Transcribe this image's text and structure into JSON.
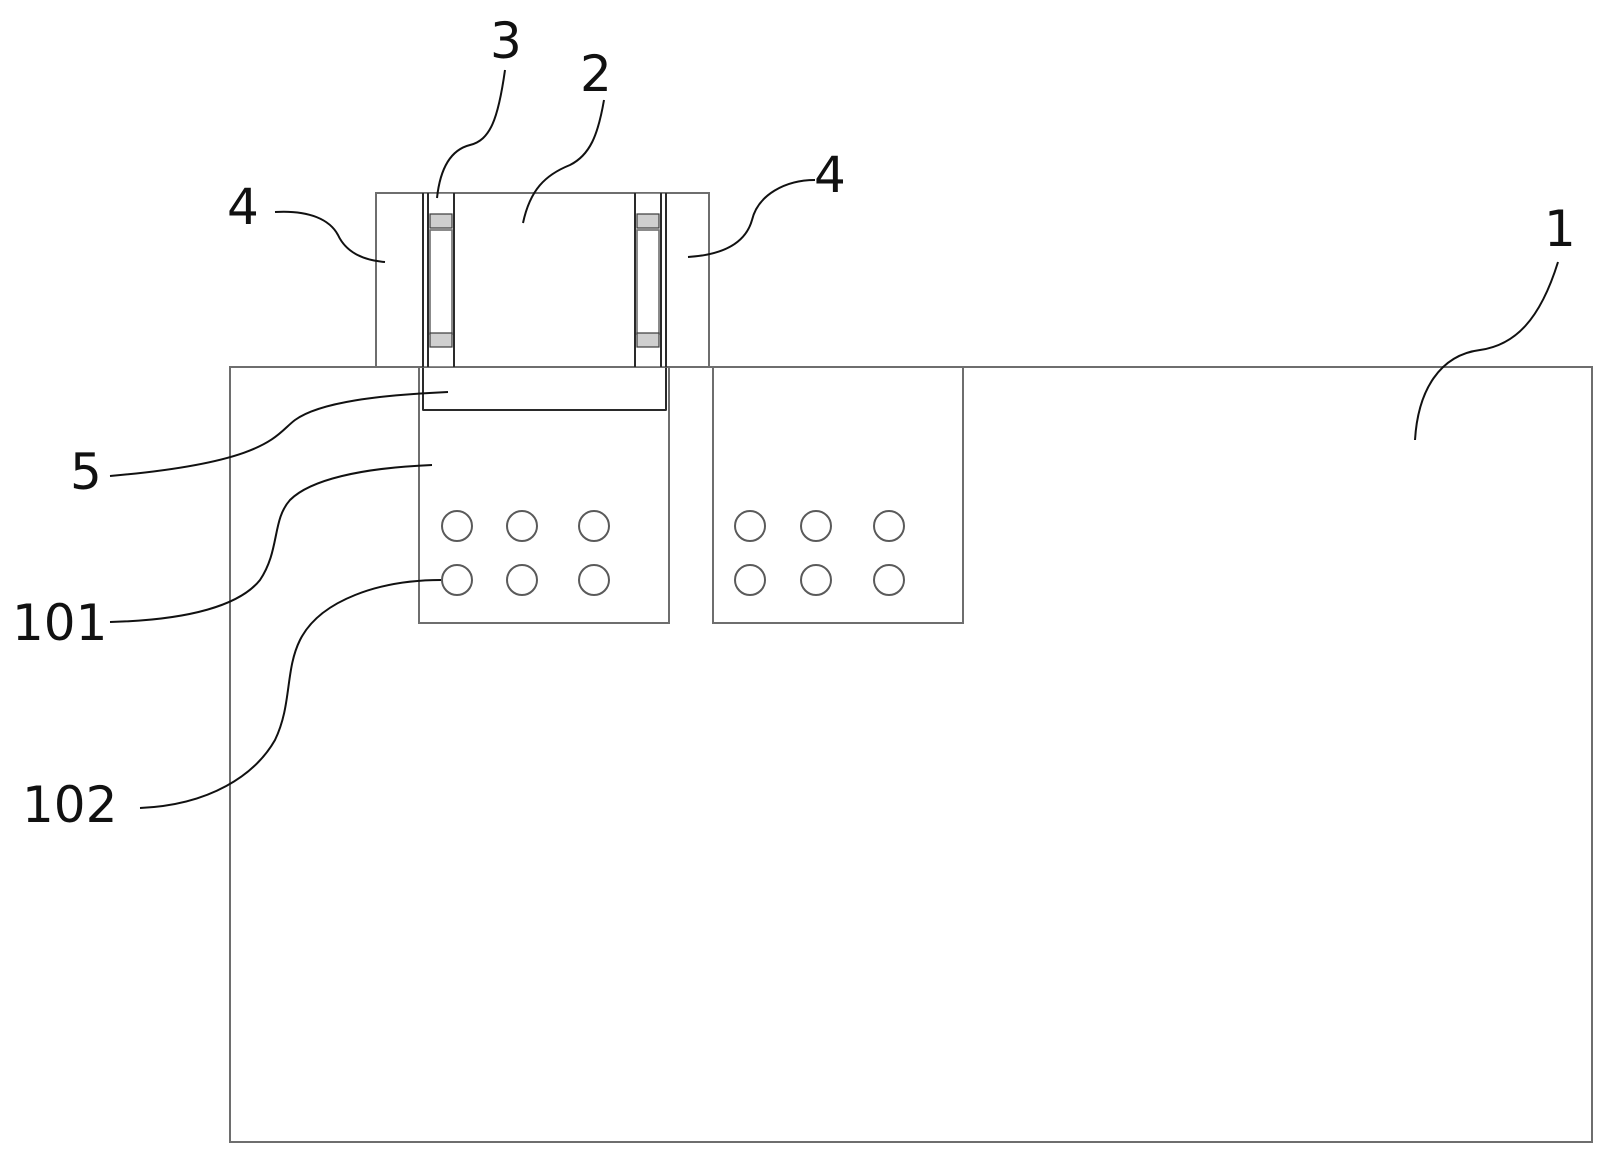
{
  "labels": {
    "body": "1",
    "middle_block": "2",
    "spring": "3",
    "side_block_left": "4",
    "side_block_right": "4",
    "plate": "5",
    "socket": "101",
    "holes": "102"
  }
}
